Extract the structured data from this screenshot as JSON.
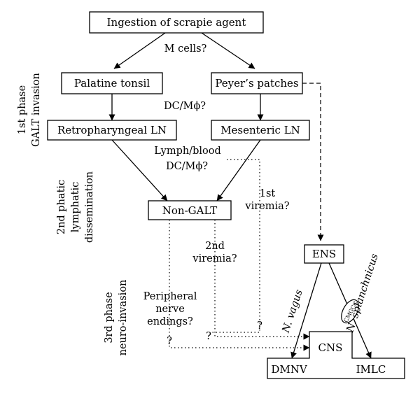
{
  "nodes": {
    "ingestion": "Ingestion of scrapie agent",
    "palatine_tonsil": "Palatine tonsil",
    "peyers_patches": "Peyer’s patches",
    "retropharyngeal_ln": "Retropharyngeal LN",
    "mesenteric_ln": "Mesenteric LN",
    "non_galt": "Non-GALT",
    "ens": "ENS",
    "cns": "CNS",
    "dmnv": "DMNV",
    "imlc": "IMLC",
    "cmgcc": "CMGCC"
  },
  "edge_labels": {
    "m_cells": "M cells?",
    "dc_mphi_1": "DC/Mϕ?",
    "lymph_blood": "Lymph/blood",
    "dc_mphi_2": "DC/Mϕ?",
    "viremia1_line1": "1st",
    "viremia1_line2": "viremia?",
    "viremia2_line1": "2nd",
    "viremia2_line2": "viremia?",
    "peripheral_line1": "Peripheral",
    "peripheral_line2": "nerve",
    "peripheral_line3": "endings?",
    "n_vagus": "N. vagus",
    "n_splanchnicus": "N. splanchnicus",
    "q1": "?",
    "q2": "?",
    "q3": "?"
  },
  "phases": {
    "phase1_line1": "1st phase",
    "phase1_line2": "GALT invasion",
    "phase2_line1": "2nd phatic",
    "phase2_line2": "lymphatic",
    "phase2_line3": "dissemination",
    "phase3_line1": "3rd phase",
    "phase3_line2": "neuro-invasion"
  }
}
